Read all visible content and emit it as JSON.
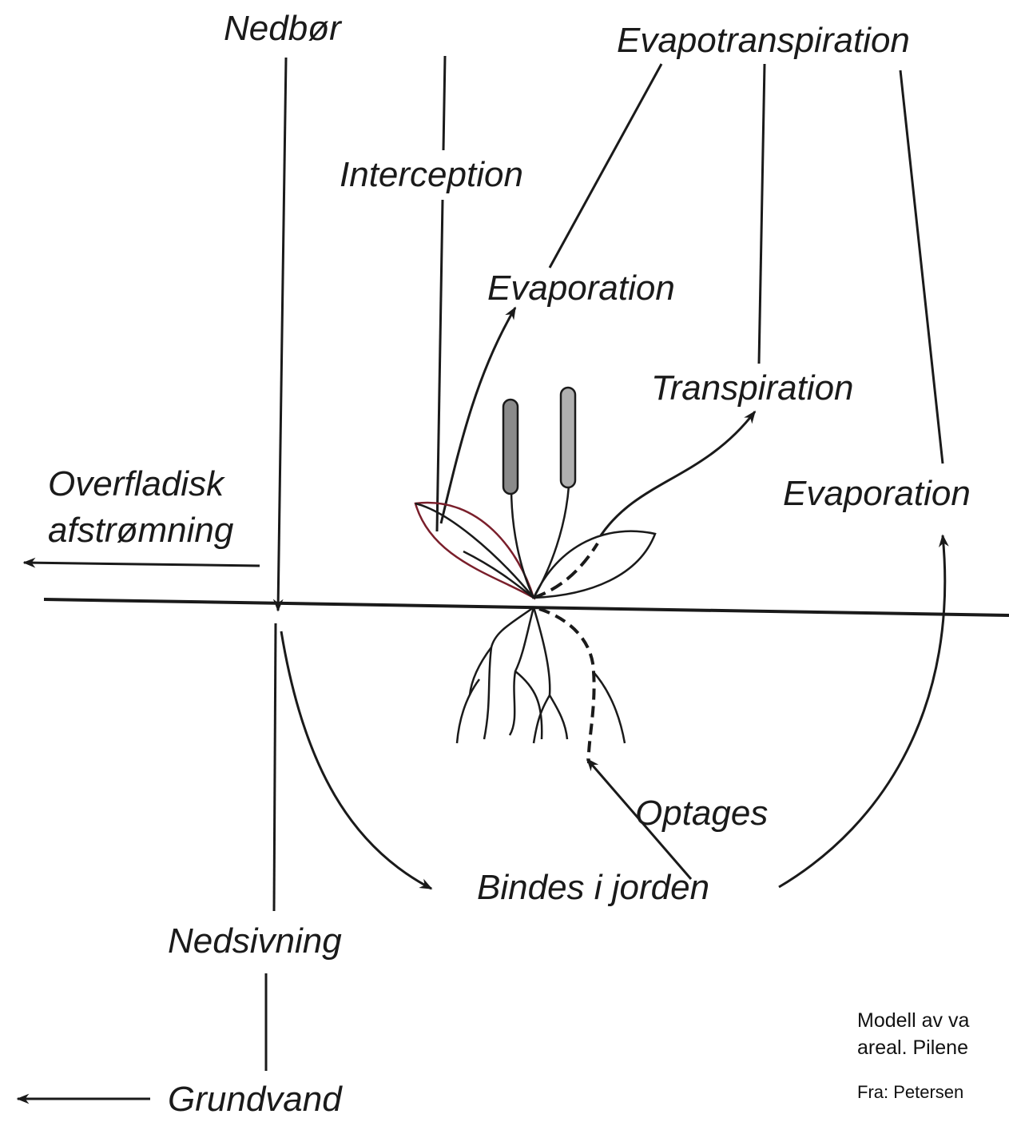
{
  "labels": {
    "nedbor": "Nedbør",
    "evapotranspiration": "Evapotranspiration",
    "interception": "Interception",
    "evaporation_top": "Evaporation",
    "transpiration": "Transpiration",
    "overfladisk_line1": "Overfladisk",
    "overfladisk_line2": "afstrømning",
    "evaporation_right": "Evaporation",
    "optages": "Optages",
    "bindes": "Bindes i jorden",
    "nedsivning": "Nedsivning",
    "grundvand": "Grundvand"
  },
  "caption": {
    "line1": "Modell av va",
    "line2": "areal. Pilene",
    "source": "Fra: Petersen"
  },
  "colors": {
    "ink": "#1a1a1a",
    "leaf_outline": "#7a1f2b",
    "spike_fill": "#8a8a8a"
  }
}
